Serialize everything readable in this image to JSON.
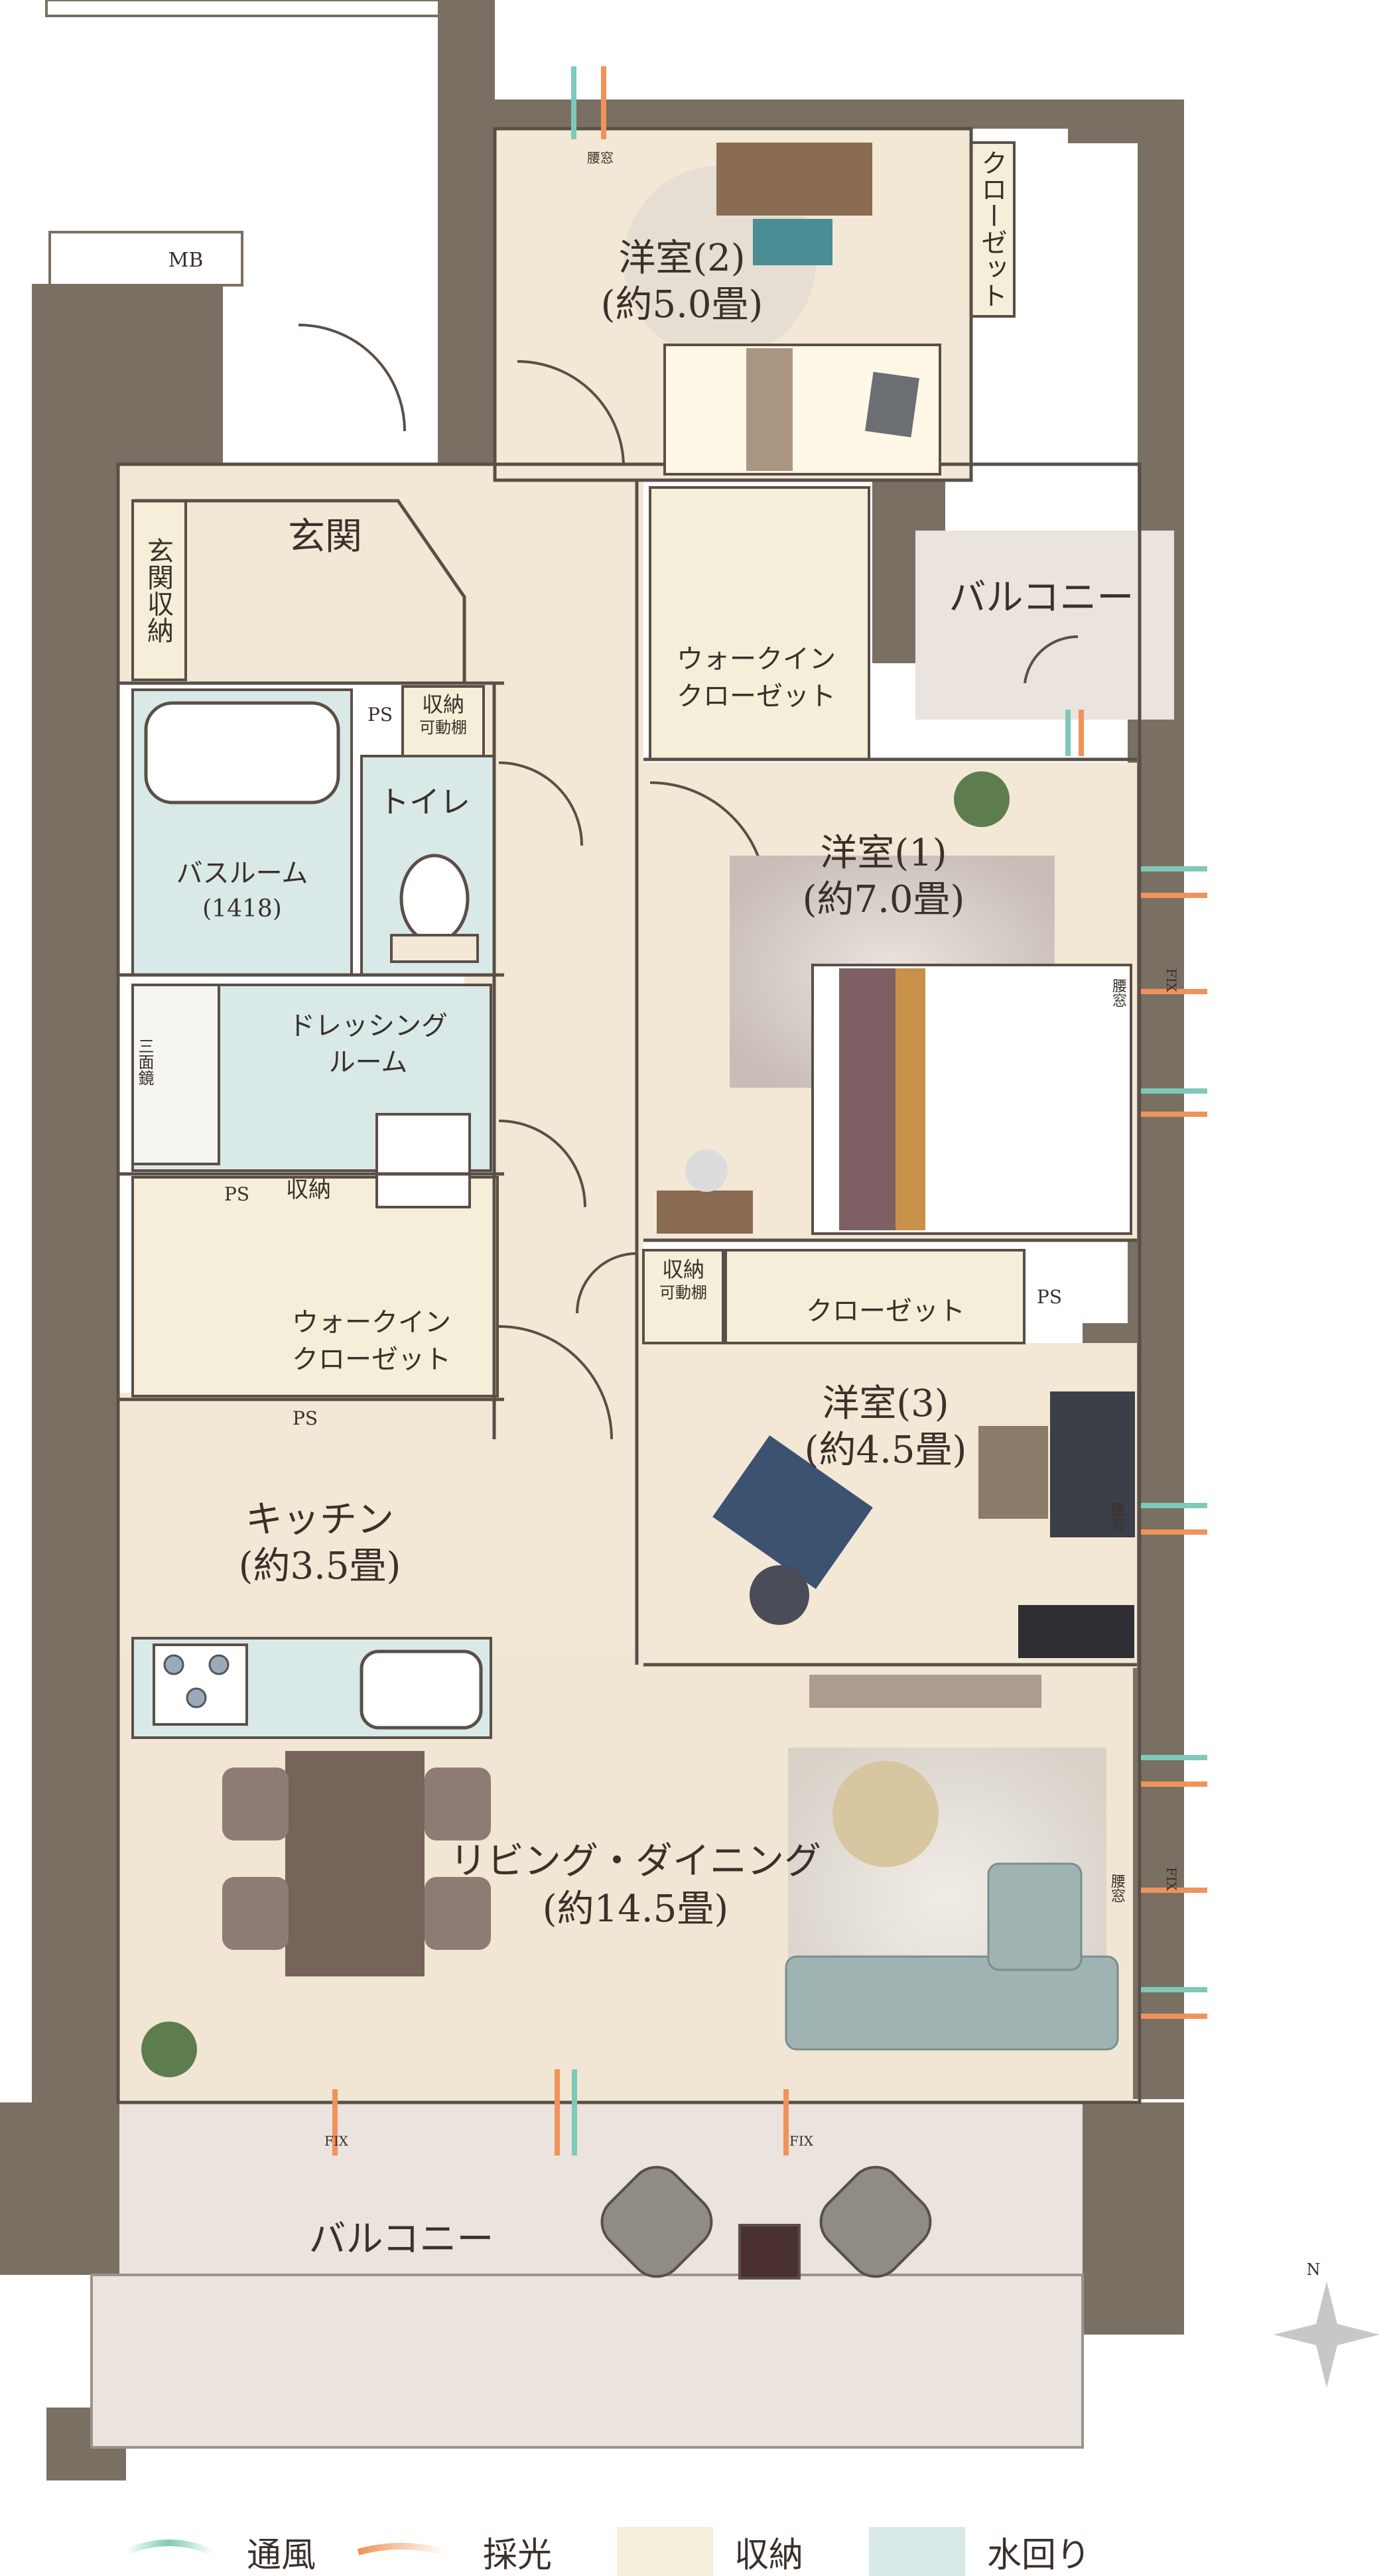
{
  "rooms": {
    "western2": {
      "name": "洋室(2)",
      "size": "(約5.0畳)"
    },
    "western1": {
      "name": "洋室(1)",
      "size": "(約7.0畳)"
    },
    "western3": {
      "name": "洋室(3)",
      "size": "(約4.5畳)"
    },
    "entrance": {
      "name": "玄関"
    },
    "entrance_storage": {
      "name": "玄関収納"
    },
    "balcony_small": {
      "name": "バルコニー"
    },
    "balcony_main": {
      "name": "バルコニー"
    },
    "bathroom": {
      "name": "バスルーム",
      "size": "(1418)"
    },
    "toilet": {
      "name": "トイレ"
    },
    "dressing": {
      "line1": "ドレッシング",
      "line2": "ルーム"
    },
    "wic_upper": {
      "line1": "ウォークイン",
      "line2": "クローゼット"
    },
    "wic_lower": {
      "line1": "ウォークイン",
      "line2": "クローゼット"
    },
    "kitchen": {
      "name": "キッチン",
      "size": "(約3.5畳)"
    },
    "living": {
      "name": "リビング・ダイニング",
      "size": "(約14.5畳)"
    }
  },
  "labels": {
    "mb": "MB",
    "ps1": "PS",
    "ps2": "PS",
    "ps3": "PS",
    "ps4": "PS",
    "storage_shelf1": {
      "line1": "収納",
      "line2": "可動棚"
    },
    "storage_shelf2": {
      "line1": "収納",
      "line2": "可動棚"
    },
    "storage_dressing": "収納",
    "closet_w2": "クローゼット",
    "closet_w3": "クローゼット",
    "mirror": "三面鏡",
    "waist_window": "腰窓",
    "fix": "FIX"
  },
  "compass": {
    "north": "N"
  },
  "legend": [
    {
      "label": "通風",
      "kind": "ventilation",
      "color": "#7ec9b8"
    },
    {
      "label": "採光",
      "kind": "daylight",
      "color": "#f0935a"
    },
    {
      "label": "収納",
      "kind": "storage",
      "color": "#f5eed9"
    },
    {
      "label": "水回り",
      "kind": "water",
      "color": "#d9e9e8"
    }
  ],
  "colors": {
    "wall": "#7a6f63",
    "floor": "#f3e8d6",
    "storage": "#f5eed9",
    "water": "#d9e9e8",
    "balcony": "#eae3de",
    "ventilation": "#7ec9b8",
    "daylight": "#f0935a"
  }
}
